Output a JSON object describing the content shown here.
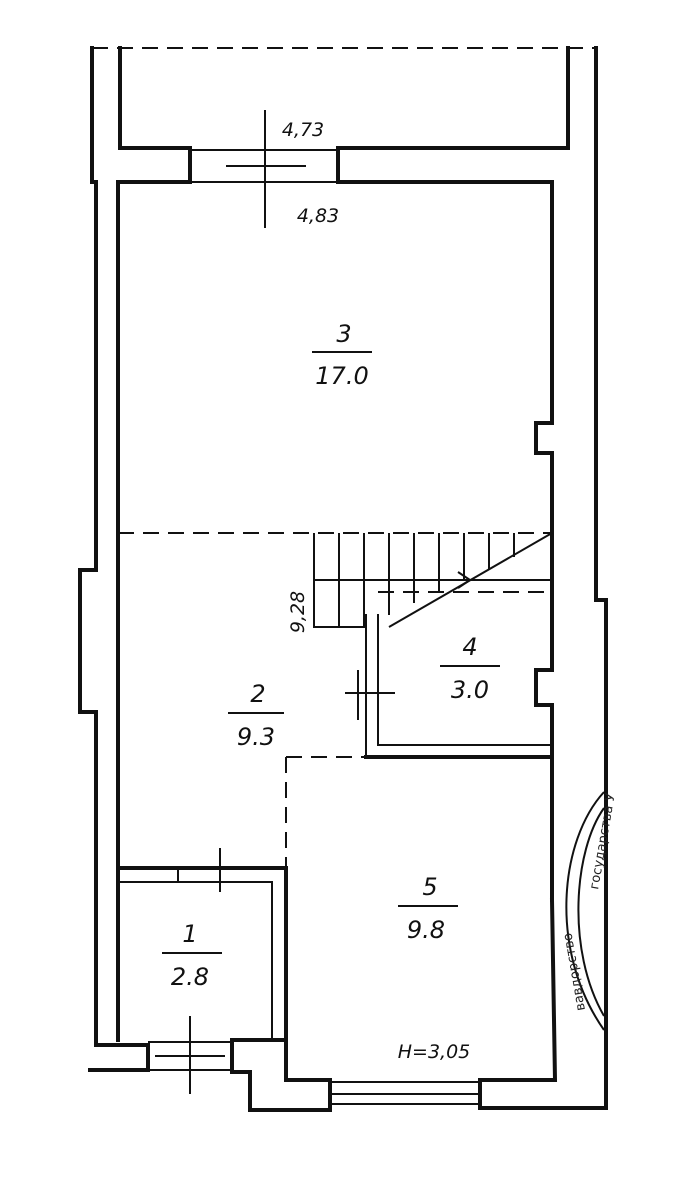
{
  "rooms": [
    {
      "number": "1",
      "area": "2.8"
    },
    {
      "number": "2",
      "area": "9.3"
    },
    {
      "number": "3",
      "area": "17.0"
    },
    {
      "number": "4",
      "area": "3.0"
    },
    {
      "number": "5",
      "area": "9.8"
    }
  ],
  "level_marks": {
    "top_upper": "4,73",
    "top_lower": "4,83",
    "stair": "9,28"
  },
  "ceiling_height": "H=3,05",
  "stamp": {
    "line1": "государства У",
    "line2": "вавдорство"
  }
}
